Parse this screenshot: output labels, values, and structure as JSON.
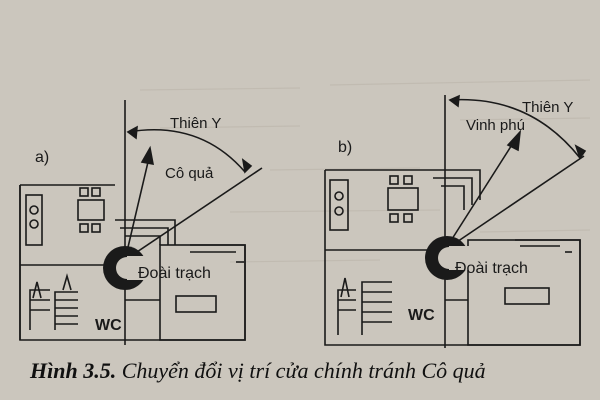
{
  "figure": {
    "caption_number": "Hình 3.5.",
    "caption_text": "Chuyển đổi vị trí cửa chính tránh Cô quả"
  },
  "panel_a": {
    "label": "a)",
    "direction_thien_y": "Thiên Y",
    "direction_co_qua": "Cô quả",
    "house_label": "Đoài trạch",
    "wc_label": "WC"
  },
  "panel_b": {
    "label": "b)",
    "direction_thien_y": "Thiên Y",
    "direction_vinh_phu": "Vinh phú",
    "house_label": "Đoài trạch",
    "wc_label": "WC"
  },
  "colors": {
    "paper": "#cbc6bd",
    "ink": "#1a1a1a"
  }
}
